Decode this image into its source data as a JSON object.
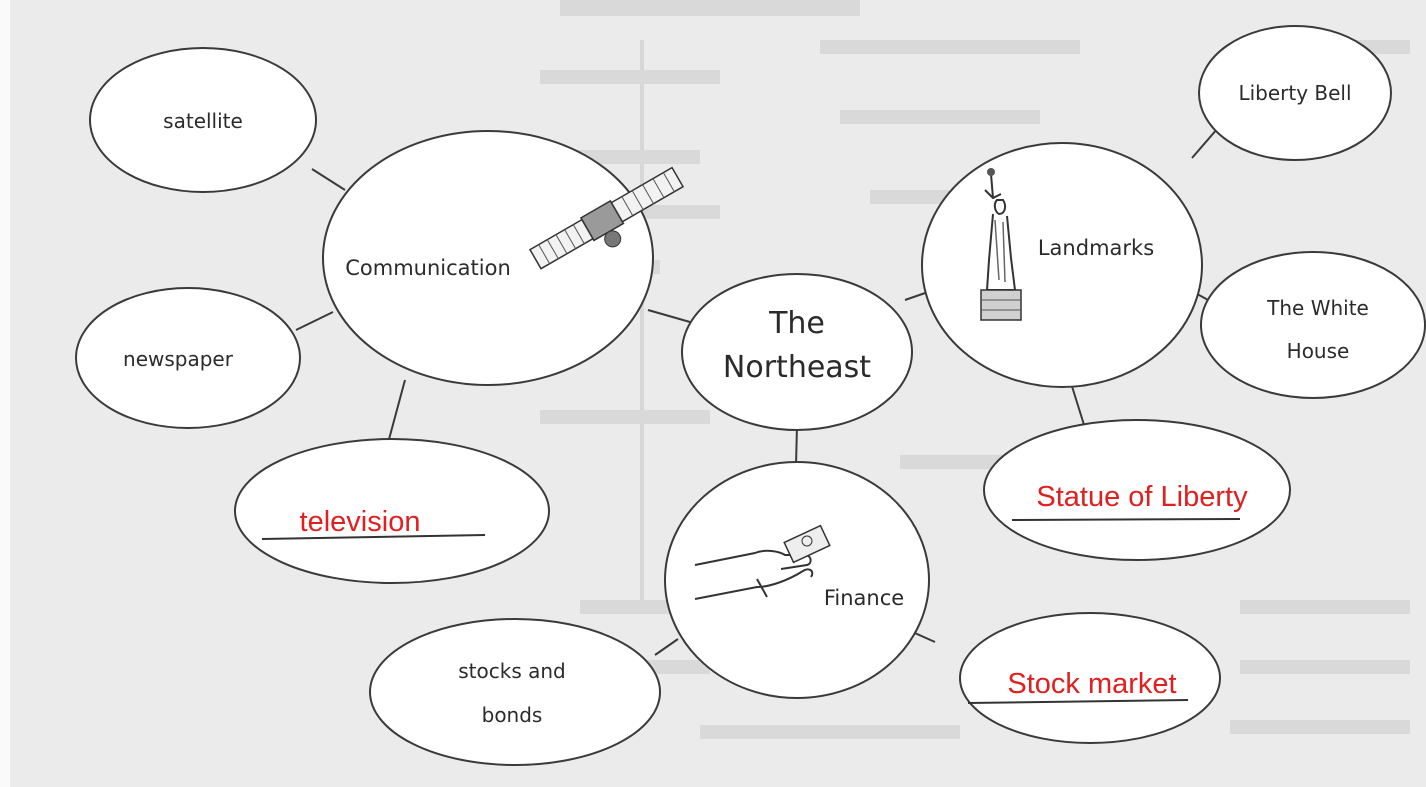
{
  "diagram": {
    "center": {
      "line1": "The",
      "line2": "Northeast"
    },
    "hubs": {
      "communication": "Communication",
      "landmarks": "Landmarks",
      "finance": "Finance"
    },
    "leaves": {
      "satellite": "satellite",
      "newspaper": "newspaper",
      "liberty_bell": "Liberty Bell",
      "white_house_1": "The White",
      "white_house_2": "House",
      "stocks_1": "stocks and",
      "stocks_2": "bonds"
    },
    "answers": {
      "television": "television",
      "statue_of_liberty": "Statue of Liberty",
      "stock_market": "Stock market"
    }
  },
  "colors": {
    "background": "#ebebeb",
    "bubble_fill": "#ffffff",
    "outline": "#3a3a3a",
    "answer_text": "#e02020",
    "answer_underline": "#333333"
  },
  "icons": [
    "satellite-icon",
    "statue-of-liberty-icon",
    "hand-with-money-icon"
  ]
}
